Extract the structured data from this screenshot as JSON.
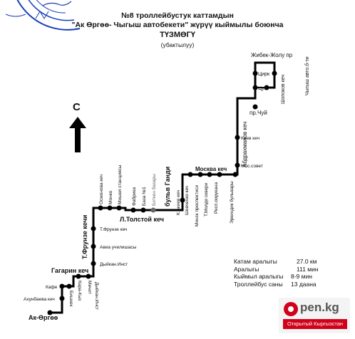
{
  "header": {
    "line1": "№8  троллейбустук каттамдын",
    "line2": "\"Ак Өргөө- Чыгыш автобекети\" жүрүү кыймылы боюнча",
    "line3": "ТҮЗМӨГҮ",
    "line4": "(убактылуу)"
  },
  "compass": {
    "label": "С",
    "icon": "north-arrow-icon"
  },
  "stops": {
    "ak_orgoo": "Ак-Өргөө",
    "akhunbaeva": "Ахунбаева кеч",
    "kafe": "Кафе",
    "bishkek": "Бишкек",
    "kara_kyz": "Кара-Кыз",
    "mechit": "Мечит",
    "gagarin": "Гагарин кеч",
    "dyikan_inst_low": "Дыйкан.Инст",
    "dyikan_inst_high": "Дыйкан.Инст",
    "avia": "Авиа училишасы",
    "tfrunze_stop": "Т.Фрунзе кеч",
    "tfrunze_street": "Т.Фрунзе кечи",
    "l_tolstoy": "Л.Толстой кеч",
    "osmonova": "Осмонова кеч",
    "monko": "Монко",
    "mishel": "Мишел станциясы",
    "fabrika": "Фабрика",
    "baza1": "База №1",
    "bitken_bazary": "Биткен базары",
    "bulvar_gandi": "бульв Ганди",
    "k_akieva": "К.Акиев кеч",
    "shevchenko": "Шевченко кеч",
    "minsk": "Минск проспектиси",
    "t_moldo": "Т.Молдо сквери",
    "resp_oorukana": "Респ.оорукана",
    "moskva": "Москва кеч",
    "erkindik": "Эркиндик бульвары",
    "mos_sovet": "Мос.совет",
    "abdrakhmanov": "Абдрахманов кеч",
    "kiev": "Киев кеч",
    "pr_chui": "пр.Чуй",
    "tsum": "Цум",
    "tsirk": "Цирк",
    "shopokov": "Шопоков кеч",
    "jibek_jolu": "Жибек-Жолу пр",
    "chygysh": "Чыгыш авто.б-ти"
  },
  "stats": {
    "rows": [
      {
        "label": "Катам аралыгы",
        "value": "27.0 км"
      },
      {
        "label": "Аралыгы",
        "value": "111 мин"
      },
      {
        "label": "Кыймыл аралыгы",
        "value": "8-9 мин"
      },
      {
        "label": "Троллейбус саны",
        "value": "13 даана"
      }
    ]
  },
  "watermark": {
    "brand": "pen.kg",
    "subtitle": "Открытый Кыргызстан",
    "accent": "#d0021b"
  },
  "colors": {
    "route": "#000000",
    "stop": "#000000",
    "bitken_stop": "#666666",
    "seal": "#1a3fb8"
  }
}
